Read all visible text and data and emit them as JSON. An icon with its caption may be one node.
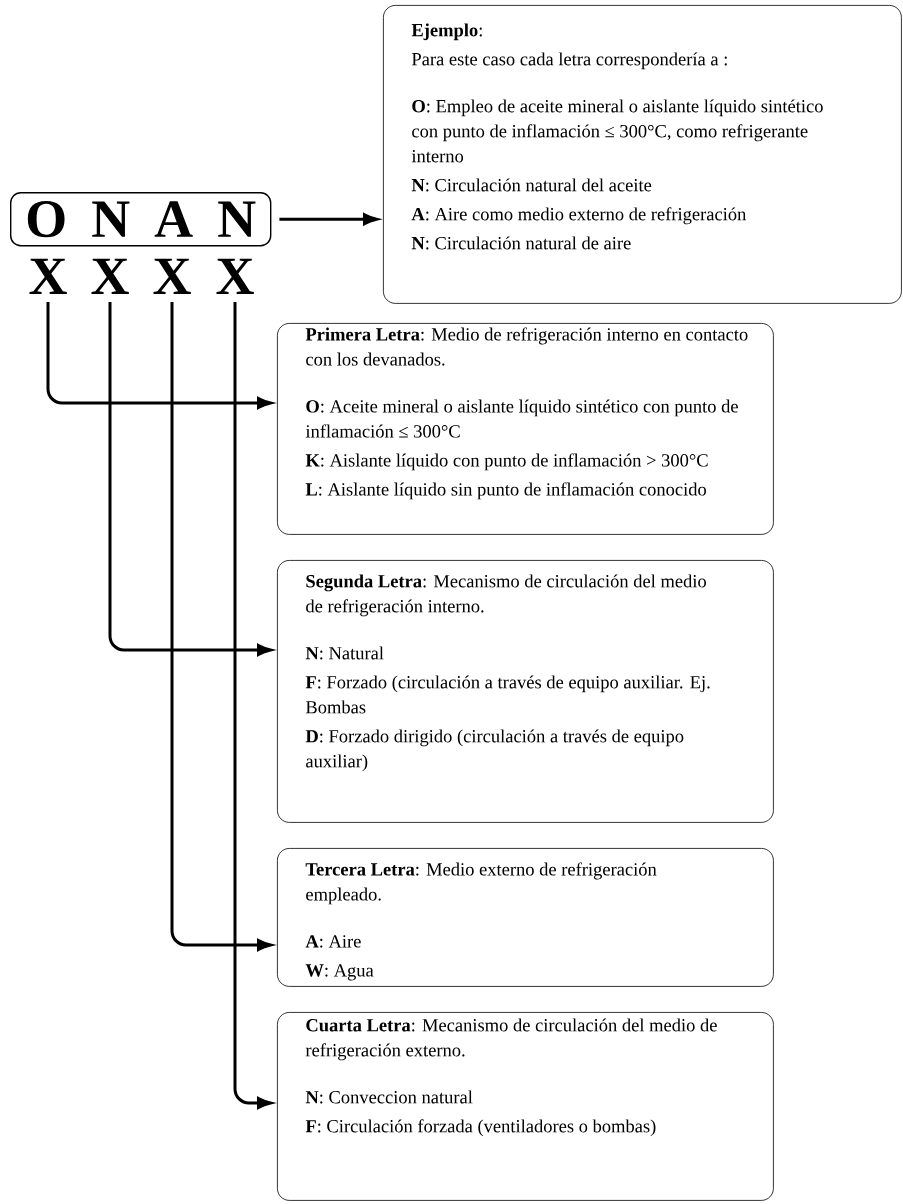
{
  "diagram": {
    "nodes": [
      {
        "text": [
          "O N A N"
        ]
      },
      {
        "text": [
          "**Ejemplo**:",
          "Para este caso cada letra correspondería a :",
          "**O**: Empleo de aceite mineral o aislante líquido sintético con punto de inflamación ≤ 300°C, como refrigerante interno",
          "**N**: Circulación natural del aceite",
          "**A**: Aire como medio externo de refrigeración",
          "**N**: Circulación natural de aire"
        ]
      },
      {
        "text": [
          "X"
        ]
      },
      {
        "text": [
          "X"
        ]
      },
      {
        "text": [
          "X"
        ]
      },
      {
        "text": [
          "X"
        ]
      },
      {
        "text": [
          "**Primera Letra**: Medio de refrigeración interno en contacto con los devanados.",
          "**O**: Aceite mineral o aislante líquido sintético con punto de inflamación ≤ 300°C",
          "**K**: Aislante líquido con punto de inflamación > 300°C",
          "**L**: Aislante líquido sin punto de inflamación conocido"
        ]
      },
      {
        "text": [
          "**Segunda Letra**: Mecanismo de circulación del medio de refrigeración interno.",
          "**N**: Natural",
          "**F**: Forzado (circulación a través de equipo auxiliar. Ej. Bombas",
          "**D**: Forzado dirigido (circulación a través de equipo auxiliar)"
        ]
      },
      {
        "text": [
          "**Tercera Letra**: Medio externo de refrigeración empleado.",
          "**A**: Aire",
          "**W**: Agua"
        ]
      },
      {
        "text": [
          "**Cuarta Letra**: Mecanismo de circulación del medio de refrigeración externo.",
          "**N**: Conveccion natural",
          "**F**: Circulación forzada (ventiladores o bombas)"
        ]
      }
    ],
    "edges": [
      {
        "from": 0,
        "to": 1,
        "arrow": "to"
      },
      {
        "from": 2,
        "to": 6,
        "arrow": "to"
      },
      {
        "from": 3,
        "to": 7,
        "arrow": "to"
      },
      {
        "from": 4,
        "to": 8,
        "arrow": "to"
      },
      {
        "from": 5,
        "to": 9,
        "arrow": "to"
      }
    ]
  }
}
